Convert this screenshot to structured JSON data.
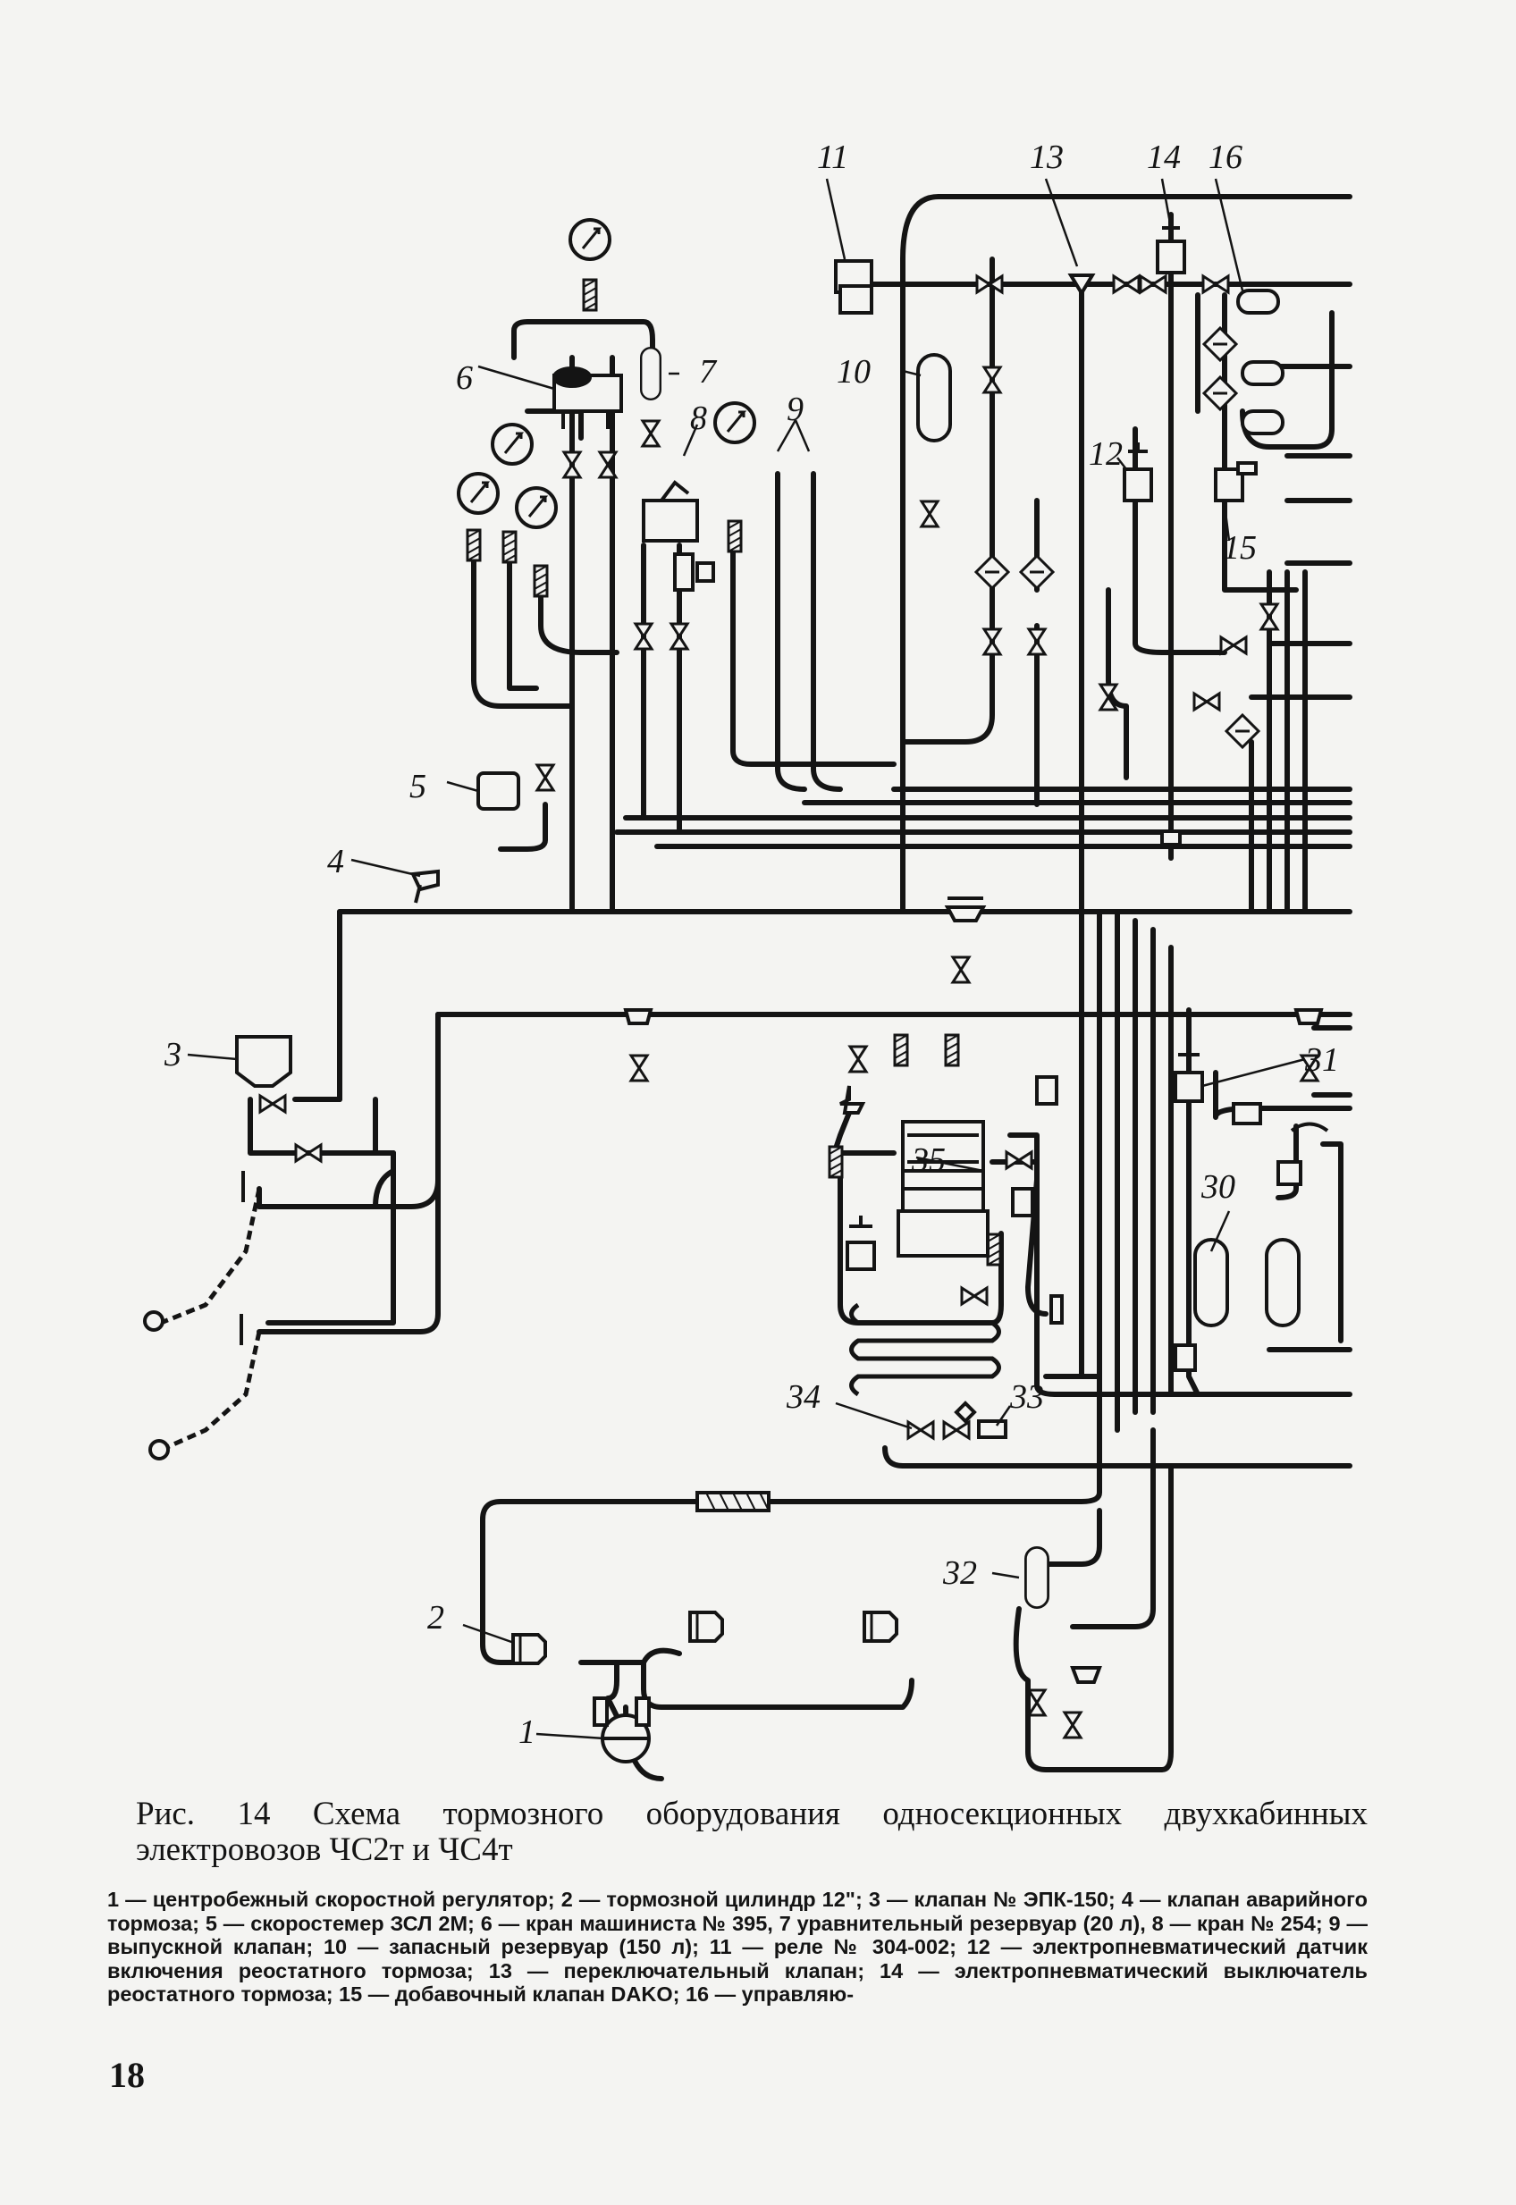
{
  "figure": {
    "part_labels": [
      "1",
      "2",
      "3",
      "4",
      "5",
      "6",
      "7",
      "8",
      "9",
      "10",
      "11",
      "12",
      "13",
      "14",
      "16",
      "15",
      "30",
      "31",
      "32",
      "33",
      "34",
      "35"
    ],
    "caption_line_1": "Рис. 14  Схема  тормозного  оборудования  односекционных  двухкабинных",
    "caption_line_2": "электровозов ЧС2т и ЧС4т",
    "legend_text": "1 — центробежный скоростной регулятор; 2 — тормозной цилиндр 12\"; 3 — клапан № ЭПК-150; 4 — клапан аварийного тормоза; 5 — скоростемер ЗСЛ 2М; 6 — кран машиниста № 395, 7 уравнительный резервуар (20 л), 8 — кран № 254; 9 — выпускной клапан; 10 — запасный резервуар (150 л); 11 — реле № 304-002; 12 — электропневматический датчик включения реостатного тормоза; 13 — переключательный клапан; 14 — электропневматический выключатель реостатного тормоза; 15 — добавочный клапан DAKO; 16 — управляю-"
  },
  "page": {
    "number": "18"
  }
}
